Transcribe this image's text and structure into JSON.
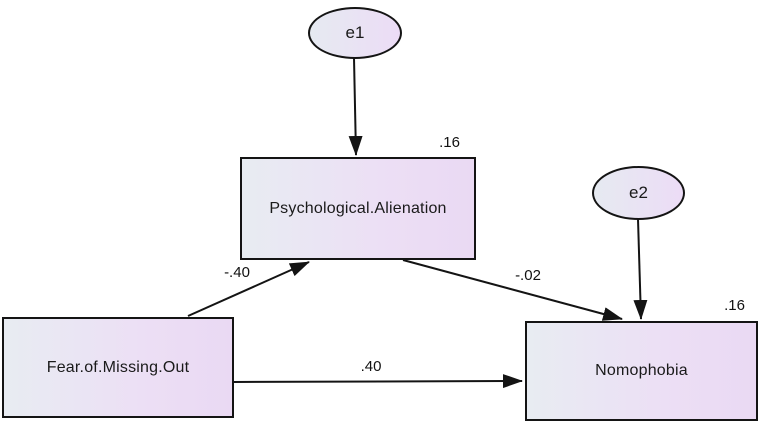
{
  "diagram_type": "SEM path diagram",
  "colors": {
    "background": "#ffffff",
    "node_gradient_start": "#e8ecf2",
    "node_gradient_end": "#ead9f3",
    "border": "#141414",
    "text": "#1a1a1a"
  },
  "nodes": {
    "e1": {
      "label": "e1",
      "shape": "ellipse"
    },
    "e2": {
      "label": "e2",
      "shape": "ellipse"
    },
    "psychological_alienation": {
      "label": "Psychological.Alienation",
      "shape": "rectangle",
      "variance": ".16"
    },
    "fear_of_missing_out": {
      "label": "Fear.of.Missing.Out",
      "shape": "rectangle"
    },
    "nomophobia": {
      "label": "Nomophobia",
      "shape": "rectangle",
      "variance": ".16"
    }
  },
  "paths": {
    "fomo_to_pa": {
      "from": "Fear.of.Missing.Out",
      "to": "Psychological.Alienation",
      "label": "-.40"
    },
    "pa_to_nomo": {
      "from": "Psychological.Alienation",
      "to": "Nomophobia",
      "label": "-.02"
    },
    "fomo_to_nomo": {
      "from": "Fear.of.Missing.Out",
      "to": "Nomophobia",
      "label": ".40"
    },
    "e1_to_pa": {
      "from": "e1",
      "to": "Psychological.Alienation",
      "label": ""
    },
    "e2_to_nomo": {
      "from": "e2",
      "to": "Nomophobia",
      "label": ""
    }
  }
}
